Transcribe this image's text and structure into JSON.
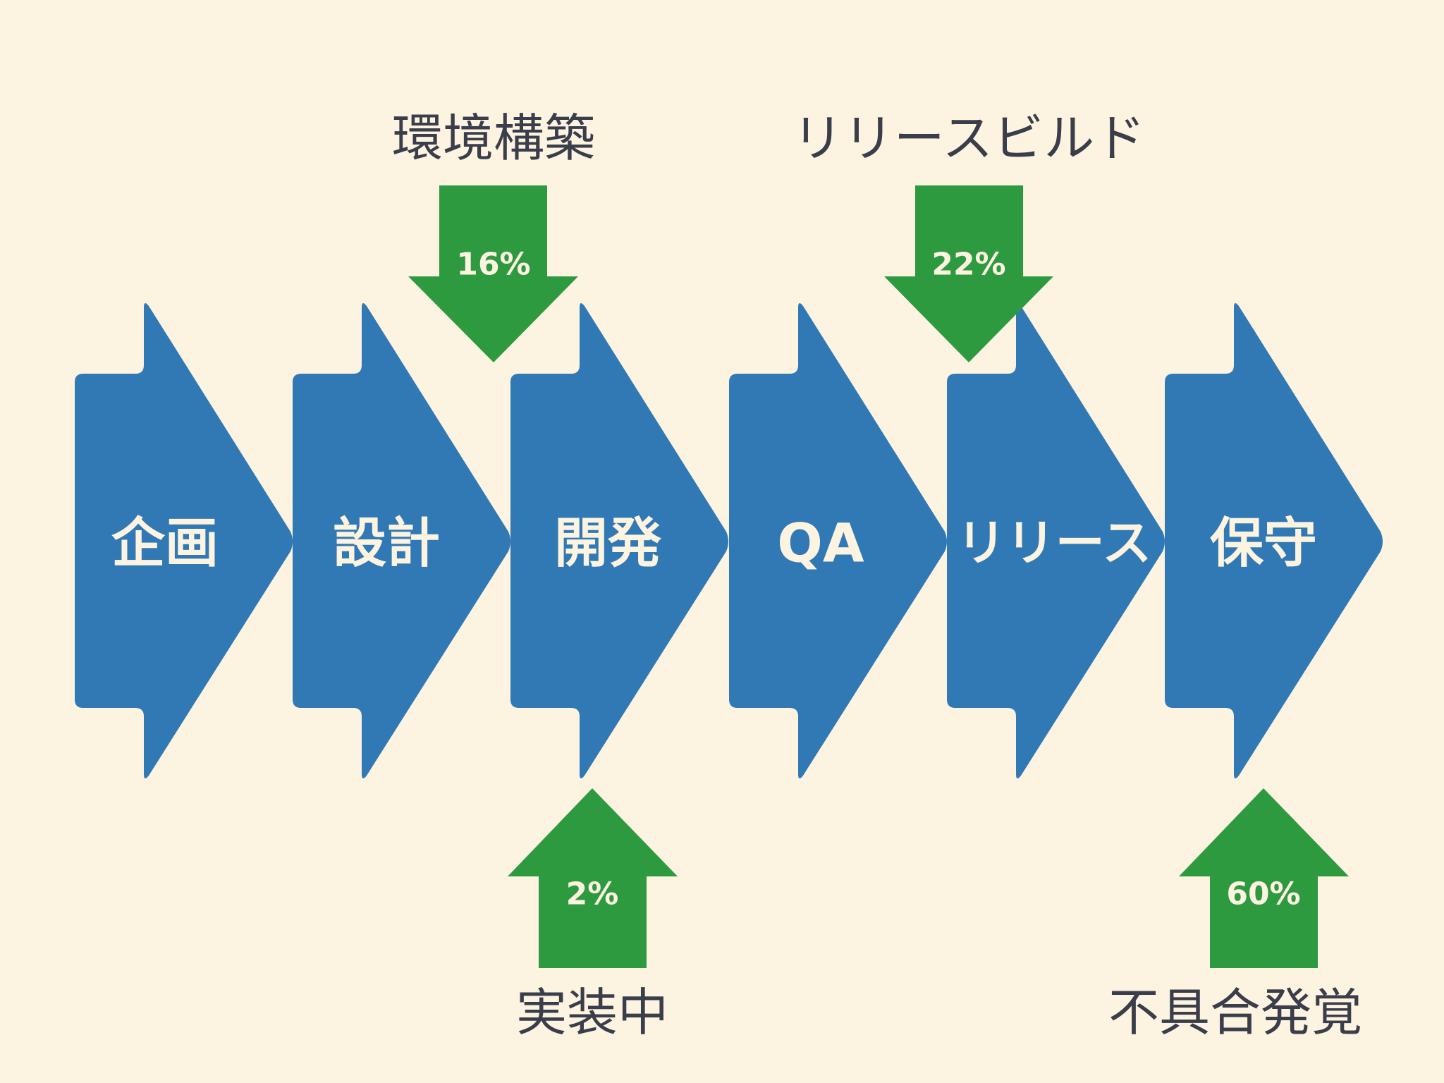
{
  "colors": {
    "background": "#fdf3e1",
    "stage": "#3179b4",
    "arrow": "#2e9a40",
    "caption": "#3a3d4a",
    "label": "#fdf3e1"
  },
  "stages": [
    {
      "label": "企画"
    },
    {
      "label": "設計"
    },
    {
      "label": "開発"
    },
    {
      "label": "QA"
    },
    {
      "label": "リリース"
    },
    {
      "label": "保守"
    }
  ],
  "inflows": [
    {
      "caption": "環境構築",
      "value": "16%",
      "direction": "down",
      "target_stage": "開発"
    },
    {
      "caption": "リリースビルド",
      "value": "22%",
      "direction": "down",
      "target_stage": "リリース"
    },
    {
      "caption": "実装中",
      "value": "2%",
      "direction": "up",
      "target_stage": "開発"
    },
    {
      "caption": "不具合発覚",
      "value": "60%",
      "direction": "up",
      "target_stage": "保守"
    }
  ]
}
